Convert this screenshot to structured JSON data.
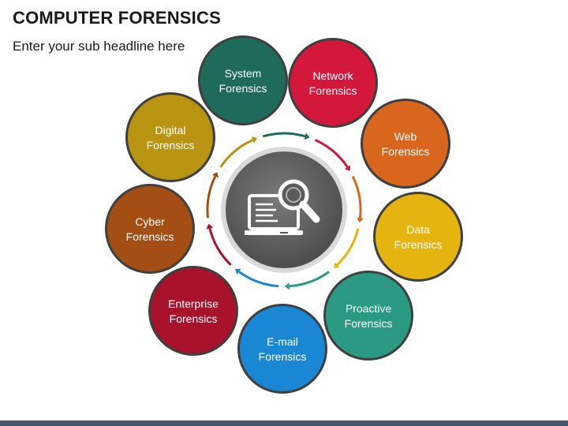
{
  "header": {
    "title": "COMPUTER FORENSICS",
    "subtitle": "Enter your sub headline here"
  },
  "diagram": {
    "center_icon": "laptop-with-magnifier-icon",
    "nodes": [
      {
        "line1": "System",
        "line2": "Forensics",
        "color": "#1e6b5c"
      },
      {
        "line1": "Network",
        "line2": "Forensics",
        "color": "#d4183c"
      },
      {
        "line1": "Web",
        "line2": "Forensics",
        "color": "#d8661d"
      },
      {
        "line1": "Data",
        "line2": "Forensics",
        "color": "#e6b40f"
      },
      {
        "line1": "Proactive",
        "line2": "Forensics",
        "color": "#2a9a83"
      },
      {
        "line1": "E-mail",
        "line2": "Forensics",
        "color": "#1a87d4"
      },
      {
        "line1": "Enterprise",
        "line2": "Forensics",
        "color": "#a8122c"
      },
      {
        "line1": "Cyber",
        "line2": "Forensics",
        "color": "#a34f14"
      },
      {
        "line1": "Digital",
        "line2": "Forensics",
        "color": "#b89410"
      }
    ]
  }
}
